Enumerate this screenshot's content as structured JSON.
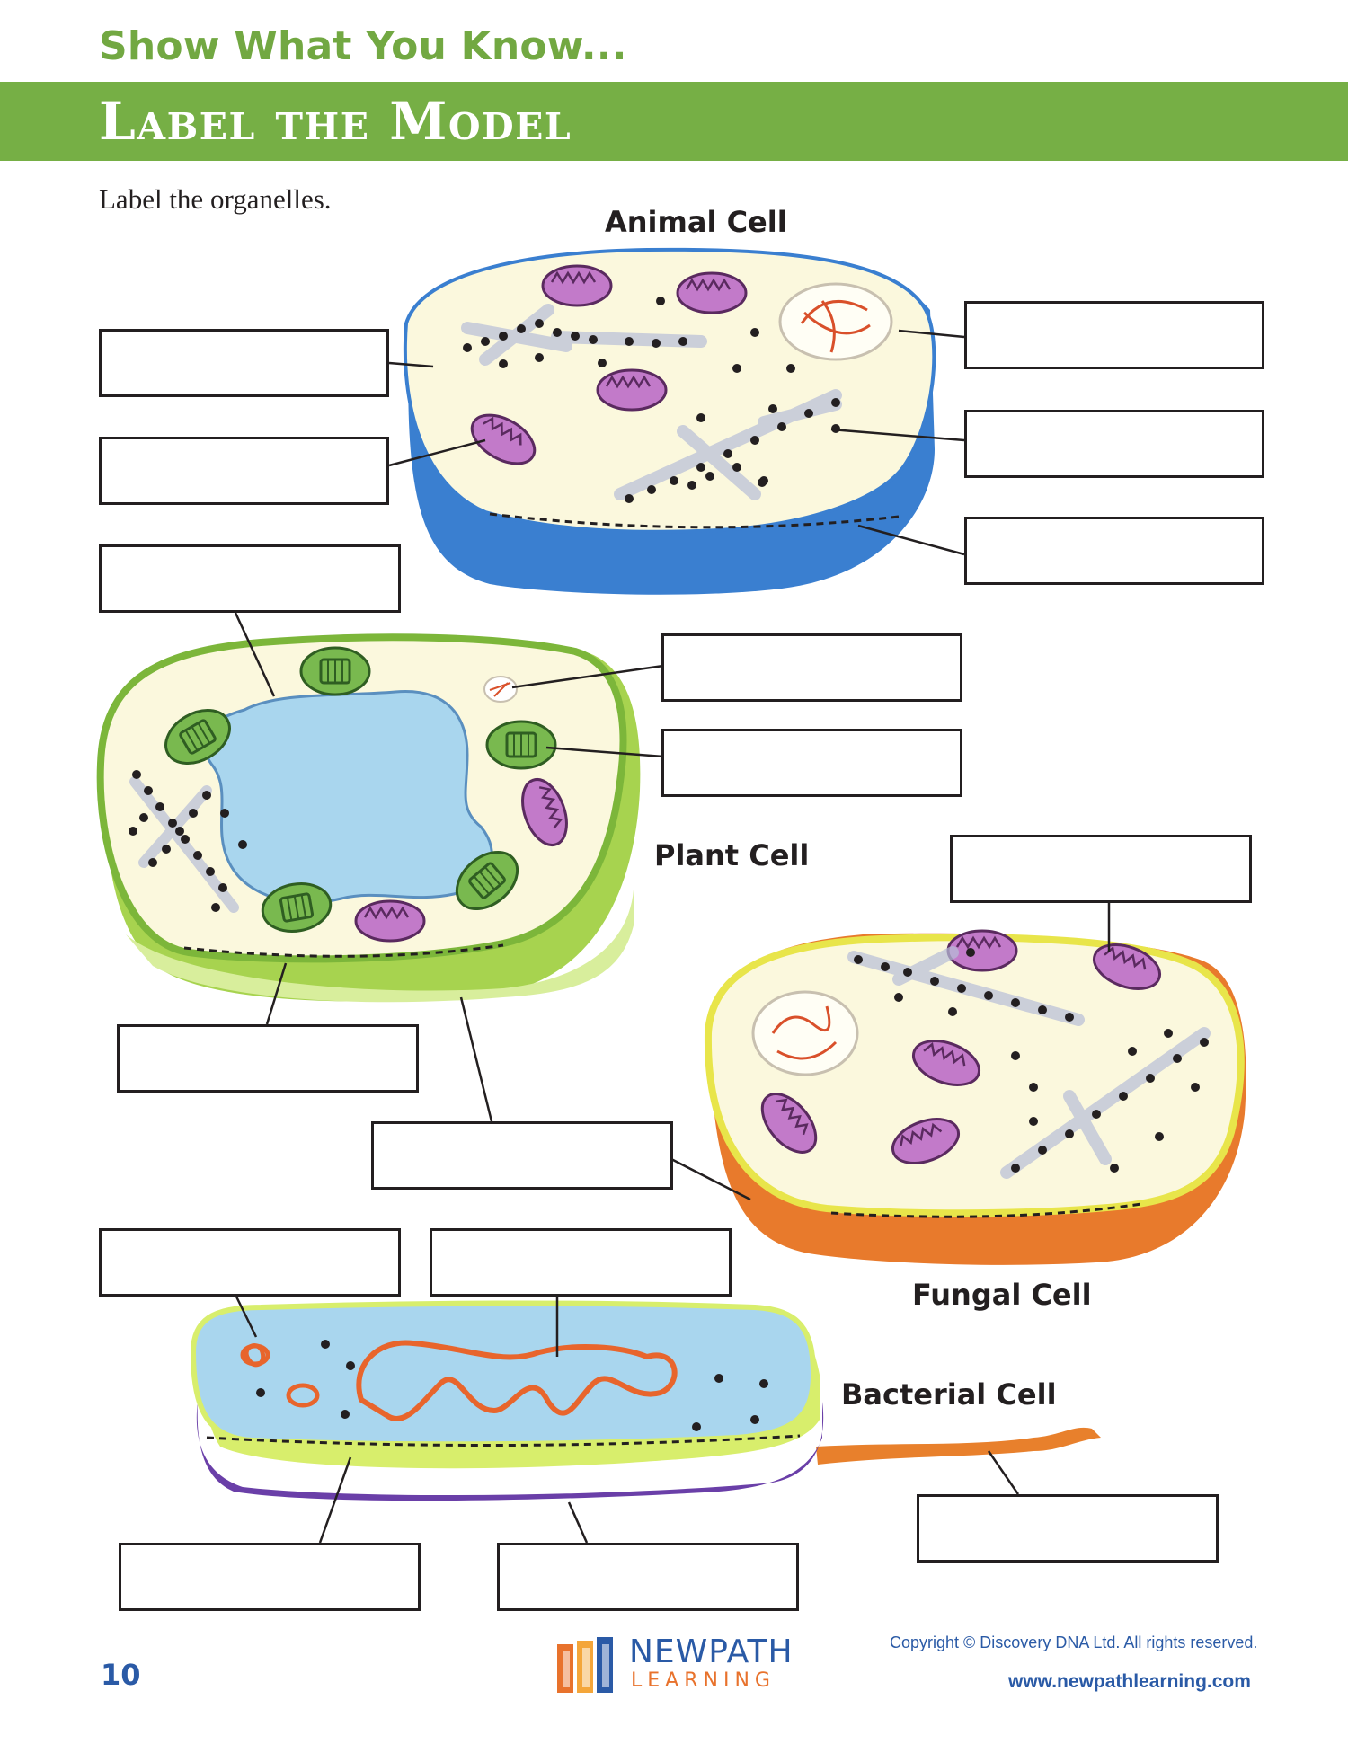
{
  "header": {
    "kicker": "Show What You Know...",
    "title": "Label the Model"
  },
  "instruction": "Label the organelles.",
  "cells": {
    "animal": "Animal Cell",
    "plant": "Plant Cell",
    "fungal": "Fungal Cell",
    "bacterial": "Bacterial Cell"
  },
  "footer": {
    "page_number": "10",
    "brand_top": "NEWPATH",
    "brand_bottom": "LEARNING",
    "copyright": "Copyright © Discovery DNA Ltd. All rights reserved.",
    "website": "www.newpathlearning.com"
  },
  "colors": {
    "header_green": "#76af45",
    "animal_base": "#3a7fd0",
    "plant_base": "#a7d34f",
    "fungal_base": "#e87a2c",
    "bacterial_base": "#6a3fa8",
    "cytoplasm": "#fbf8dd",
    "vacuole": "#a9d6ee",
    "mitochondria": "#c27ac9",
    "chloroplast": "#79b94f",
    "link_blue": "#2a5aa6"
  }
}
